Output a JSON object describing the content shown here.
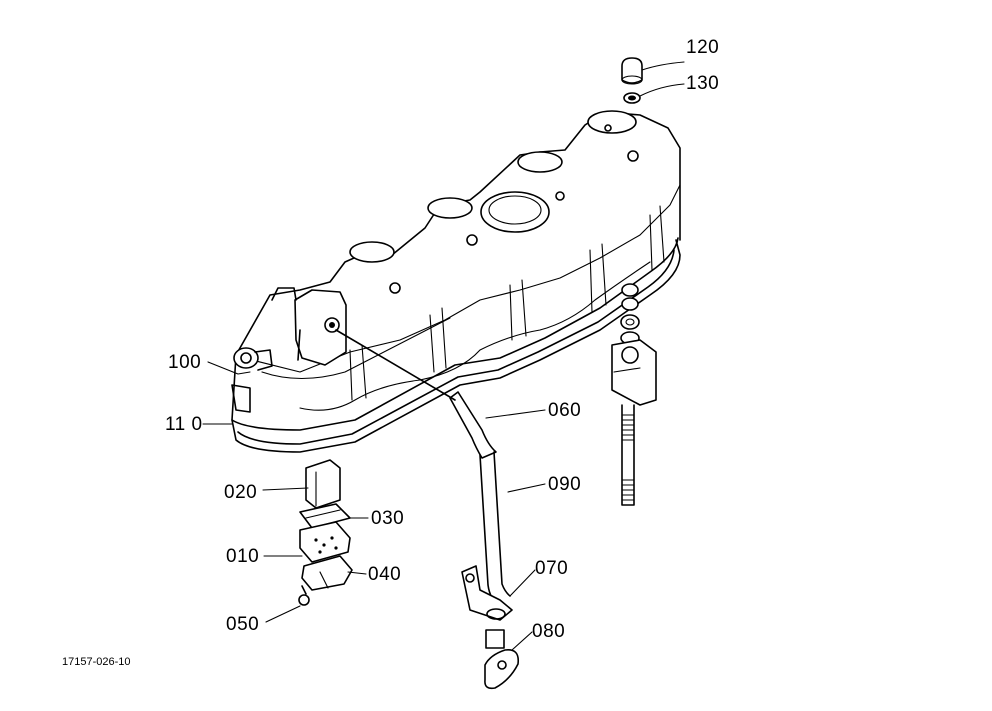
{
  "diagram": {
    "reference": "17157-026-10",
    "part_labels": [
      {
        "id": "120",
        "text": "120"
      },
      {
        "id": "130",
        "text": "130"
      },
      {
        "id": "100",
        "text": "100"
      },
      {
        "id": "110",
        "text": "11 0"
      },
      {
        "id": "060",
        "text": "060"
      },
      {
        "id": "090",
        "text": "090"
      },
      {
        "id": "020",
        "text": "020"
      },
      {
        "id": "030",
        "text": "030"
      },
      {
        "id": "010",
        "text": "010"
      },
      {
        "id": "040",
        "text": "040"
      },
      {
        "id": "070",
        "text": "070"
      },
      {
        "id": "050",
        "text": "050"
      },
      {
        "id": "080",
        "text": "080"
      }
    ]
  }
}
